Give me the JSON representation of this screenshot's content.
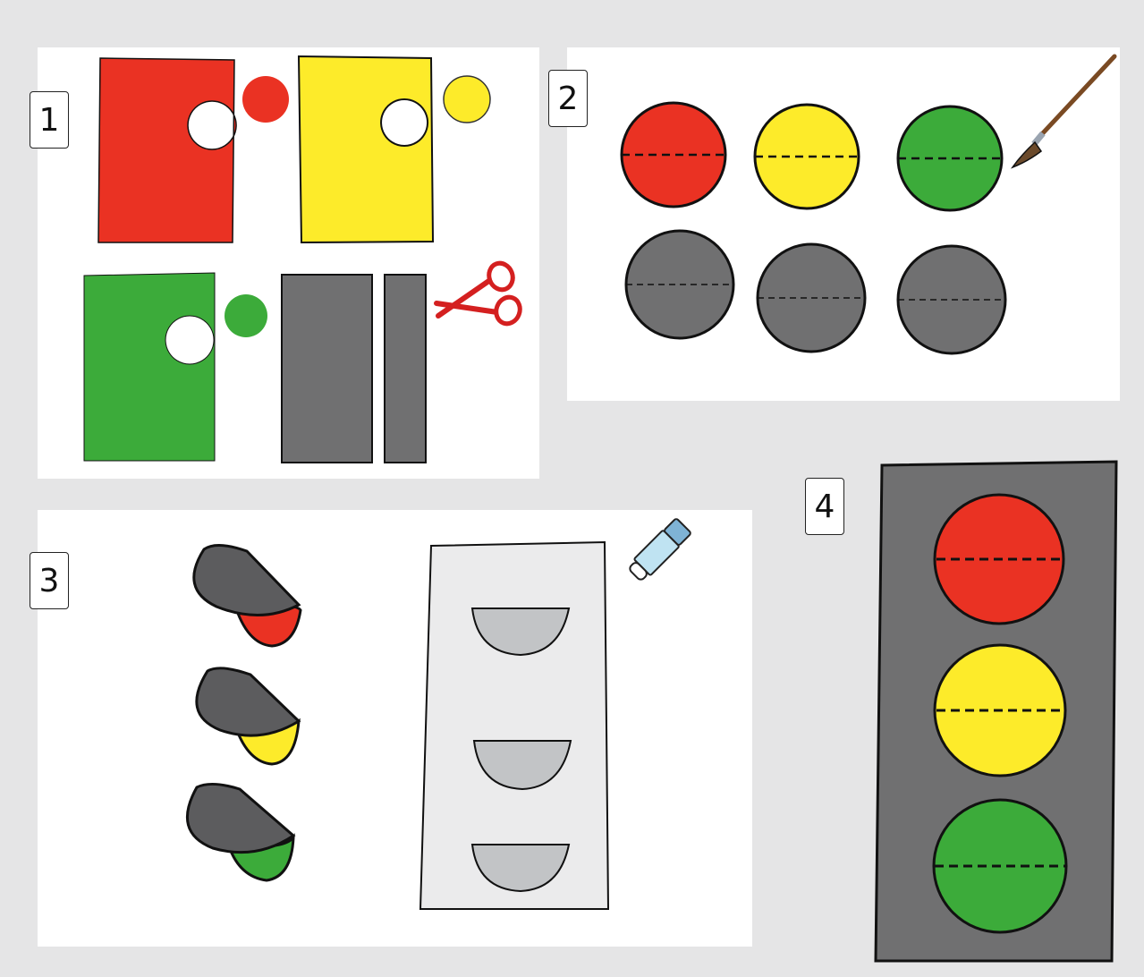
{
  "steps": [
    {
      "number": "1"
    },
    {
      "number": "2"
    },
    {
      "number": "3"
    },
    {
      "number": "4"
    }
  ],
  "colors": {
    "background": "#e5e5e6",
    "red": "#ea3223",
    "yellow": "#fdeb2a",
    "green": "#3cab3a",
    "dark_gray": "#707071",
    "light_gray": "#c2c4c6",
    "panel_white": "#ffffff",
    "outline": "#111111"
  },
  "icons": [
    "scissors-icon",
    "paintbrush-icon",
    "glue-stick-icon"
  ]
}
